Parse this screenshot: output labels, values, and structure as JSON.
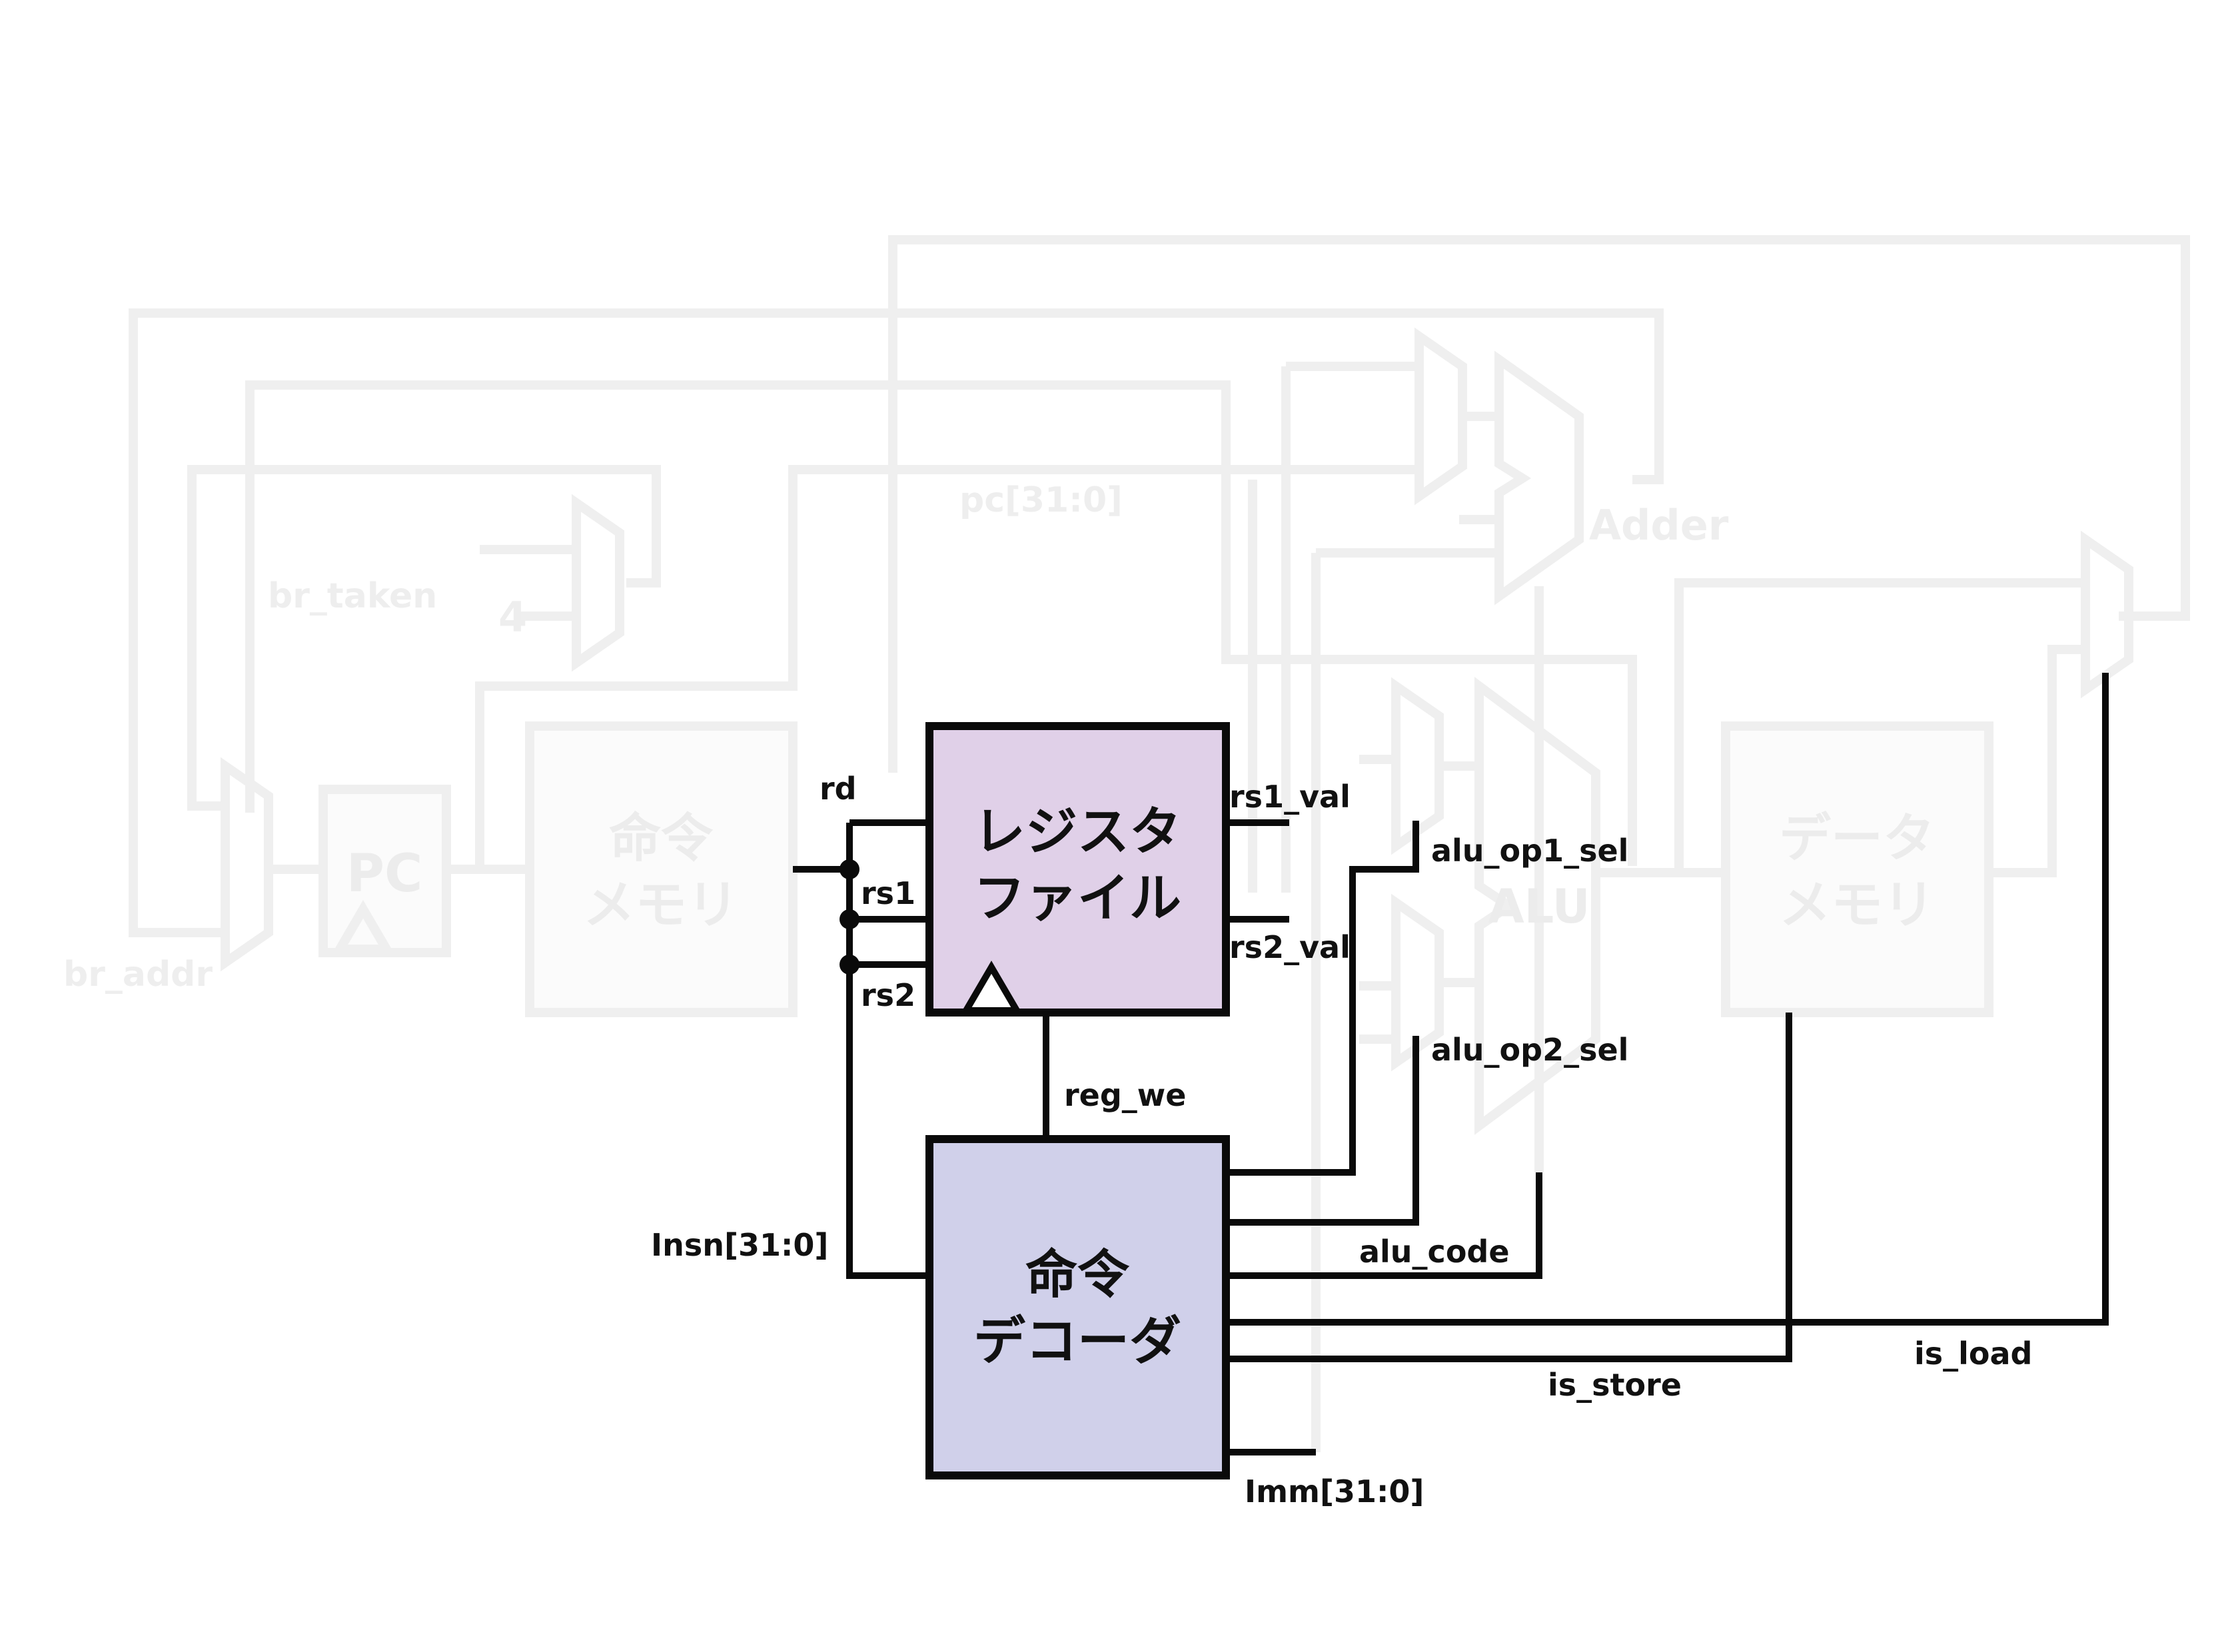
{
  "colors": {
    "faded": "#efefef",
    "wire": "#0a0a0a",
    "register_file_fill": "#e0d0e8",
    "decoder_fill": "#d0d0ea"
  },
  "faded_labels": {
    "br_addr": "br_addr",
    "br_taken": "br_taken",
    "pc_bus": "pc[31:0]",
    "adder": "Adder",
    "const_four": "4",
    "pc": "PC",
    "alu": "ALU"
  },
  "faded_blocks": {
    "instruction_memory": [
      "命令",
      "メモリ"
    ],
    "data_memory": [
      "データ",
      "メモリ"
    ]
  },
  "register_file": {
    "title_lines": [
      "レジスタ",
      "ファイル"
    ],
    "inputs": {
      "rd": "rd",
      "rs1": "rs1",
      "rs2": "rs2"
    },
    "outputs": {
      "rs1_val": "rs1_val",
      "rs2_val": "rs2_val"
    }
  },
  "decoder": {
    "title_lines": [
      "命令",
      "デコーダ"
    ]
  },
  "signals": {
    "insn": "Insn[31:0]",
    "reg_we": "reg_we",
    "alu_op1_sel": "alu_op1_sel",
    "alu_op2_sel": "alu_op2_sel",
    "alu_code": "alu_code",
    "is_load": "is_load",
    "is_store": "is_store",
    "imm": "Imm[31:0]"
  }
}
